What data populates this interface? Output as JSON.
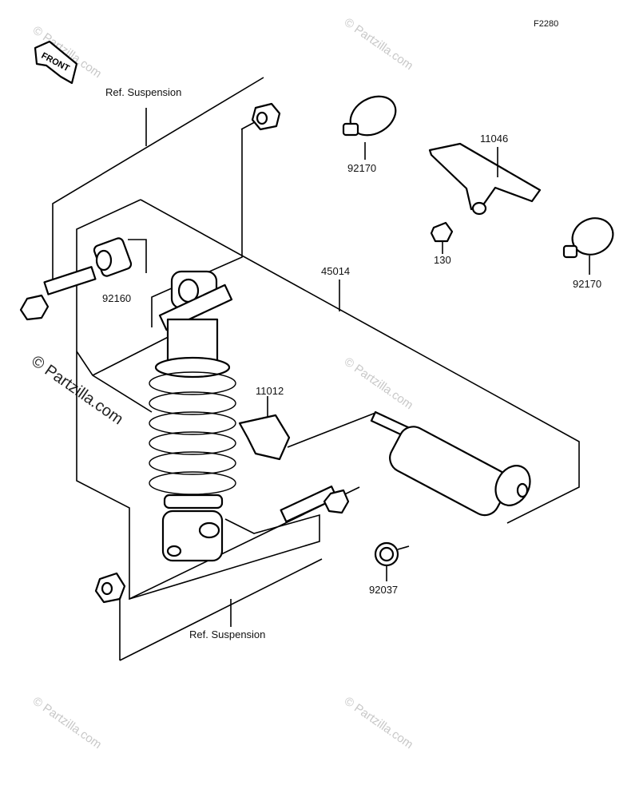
{
  "diagram_code": "F2280",
  "front_label": "FRONT",
  "watermark": "© Partzilla.com",
  "watermark_small": "© Partzilla.com",
  "parts": {
    "shock_absorber": "45014",
    "clamp_top": "92170",
    "clamp_right": "92170",
    "bracket": "11046",
    "bolt_130": "130",
    "collar": "92160",
    "clamp_11012": "11012",
    "cap_92037": "92037"
  },
  "ref_top": "Ref. Suspension",
  "ref_bottom": "Ref. Suspension"
}
